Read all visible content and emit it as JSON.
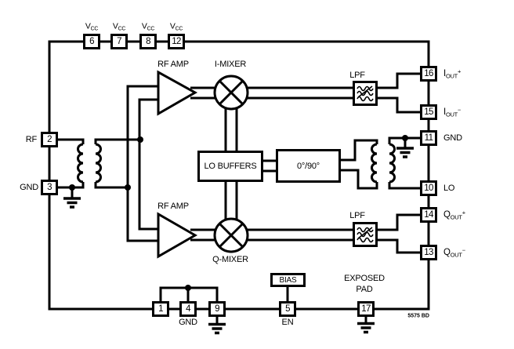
{
  "colors": {
    "ink": "#000000",
    "paper": "#ffffff"
  },
  "watermark": "5575 BD",
  "blocks": {
    "rf_amp_top": "RF AMP",
    "i_mixer": "I-MIXER",
    "rf_amp_bottom": "RF AMP",
    "q_mixer": "Q-MIXER",
    "lo_buffers": "LO BUFFERS",
    "phase_shift": "0°/90°",
    "lpf_top": "LPF",
    "lpf_bottom": "LPF",
    "bias": "BIAS",
    "exposed_pad_line1": "EXPOSED",
    "exposed_pad_line2": "PAD"
  },
  "pins": {
    "p6": {
      "num": "6",
      "base": "V",
      "sub": "CC"
    },
    "p7": {
      "num": "7",
      "base": "V",
      "sub": "CC"
    },
    "p8": {
      "num": "8",
      "base": "V",
      "sub": "CC"
    },
    "p12": {
      "num": "12",
      "base": "V",
      "sub": "CC"
    },
    "p2": {
      "num": "2",
      "label": "RF"
    },
    "p3": {
      "num": "3",
      "label": "GND"
    },
    "p16": {
      "num": "16",
      "base": "I",
      "sub": "OUT",
      "sup": "+"
    },
    "p15": {
      "num": "15",
      "base": "I",
      "sub": "OUT",
      "sup": "−"
    },
    "p11": {
      "num": "11",
      "label": "GND"
    },
    "p10": {
      "num": "10",
      "label": "LO"
    },
    "p14": {
      "num": "14",
      "base": "Q",
      "sub": "OUT",
      "sup": "+"
    },
    "p13": {
      "num": "13",
      "base": "Q",
      "sub": "OUT",
      "sup": "−"
    },
    "p1": {
      "num": "1"
    },
    "p4": {
      "num": "4",
      "label": "GND"
    },
    "p9": {
      "num": "9"
    },
    "p5": {
      "num": "5",
      "label": "EN"
    },
    "p17": {
      "num": "17"
    }
  }
}
